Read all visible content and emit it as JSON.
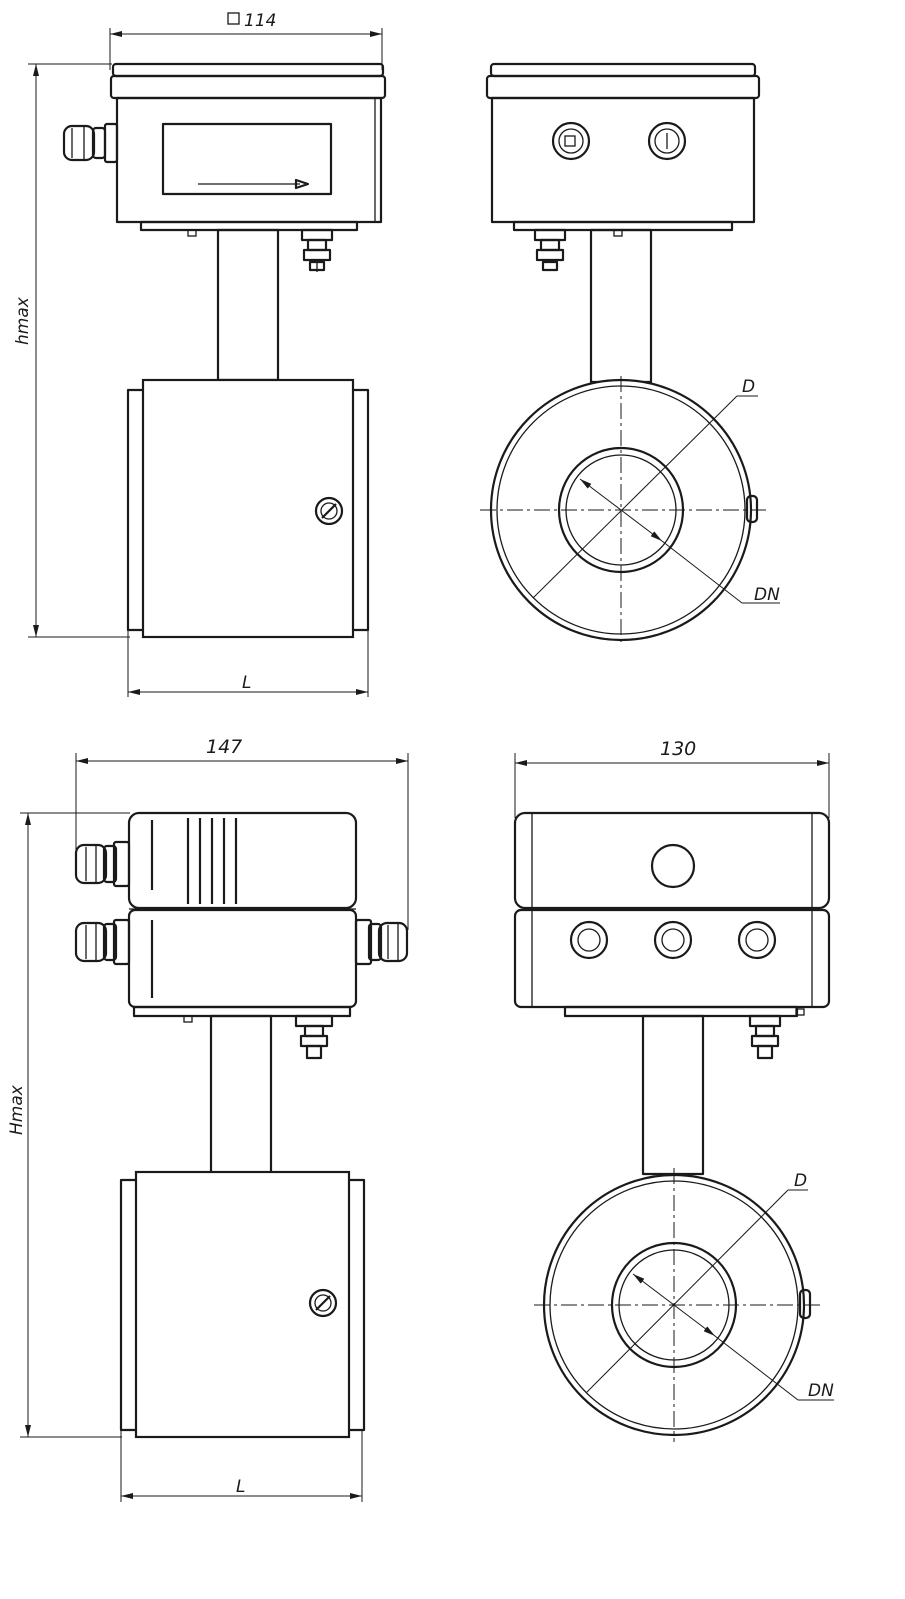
{
  "views": {
    "top_side": {
      "box_label": "114",
      "height_label": "hmax",
      "length_label": "L"
    },
    "top_front": {
      "d_label": "D",
      "dn_label": "DN"
    },
    "bottom_side": {
      "width_label": "147",
      "height_label": "Hmax",
      "length_label": "L"
    },
    "bottom_front": {
      "width_label": "130",
      "d_label": "D",
      "dn_label": "DN"
    }
  }
}
